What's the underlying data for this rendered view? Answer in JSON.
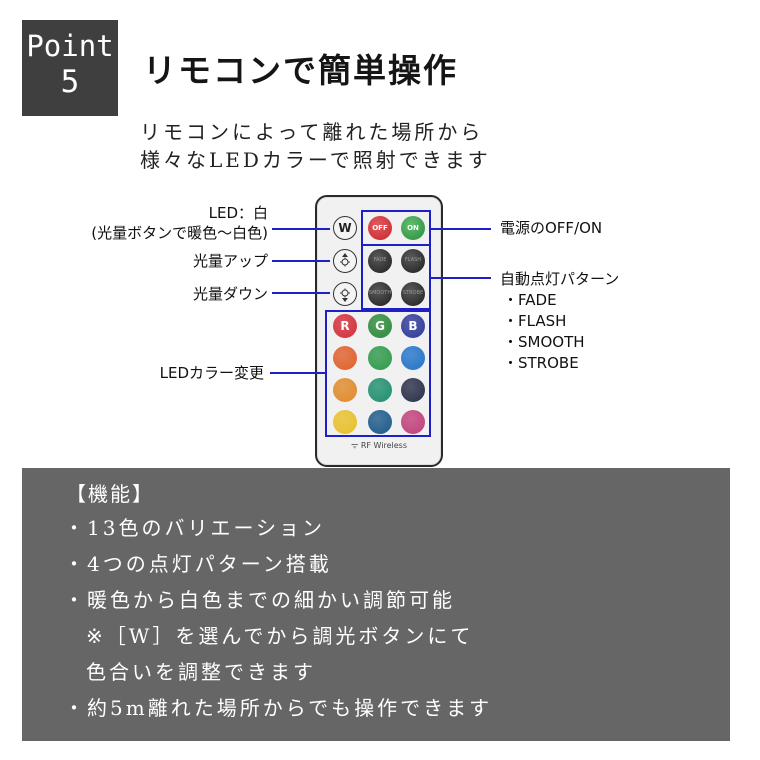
{
  "header": {
    "badge_word": "Point",
    "badge_number": "5",
    "headline": "リモコンで簡単操作",
    "subtitle_lines": [
      "リモコンによって離れた場所から",
      "様々なLEDカラーで照射できます"
    ]
  },
  "remote": {
    "w_button": "W",
    "off_button": "OFF",
    "on_button": "ON",
    "mode_buttons": [
      "FADE",
      "FLASH",
      "SMOOTH",
      "STROBE"
    ],
    "rgb_labels": [
      "R",
      "G",
      "B"
    ],
    "brand": "RF Wireless",
    "colors": {
      "off": "#c8262b",
      "on": "#2b8a3e",
      "grid": [
        [
          "#d32f3a",
          "#2e8b3c",
          "#2f3a9a"
        ],
        [
          "#e0602a",
          "#2e9a4a",
          "#2474c8"
        ],
        [
          "#e08a2a",
          "#1f8f6f",
          "#2a2f4a"
        ],
        [
          "#e8c02a",
          "#1c5a8a",
          "#c0407a"
        ]
      ]
    }
  },
  "callouts": {
    "led_white_line1": "LED：白",
    "led_white_line2": "(光量ボタンで暖色～白色)",
    "light_up": "光量アップ",
    "light_down": "光量ダウン",
    "led_color_change": "LEDカラー変更",
    "power": "電源のOFF/ON",
    "auto_pattern_title": "自動点灯パターン",
    "patterns": [
      "・FADE",
      "・FLASH",
      "・SMOOTH",
      "・STROBE"
    ]
  },
  "features": {
    "title": "【機能】",
    "items": [
      "・13色のバリエーション",
      "・4つの点灯パターン搭載",
      "・暖色から白色までの細かい調節可能",
      "※［W］を選んでから調光ボタンにて",
      "色合いを調整できます",
      "・約5m離れた場所からでも操作できます"
    ]
  },
  "accent_color": "#1f1fc8",
  "panel_color": "#666666"
}
